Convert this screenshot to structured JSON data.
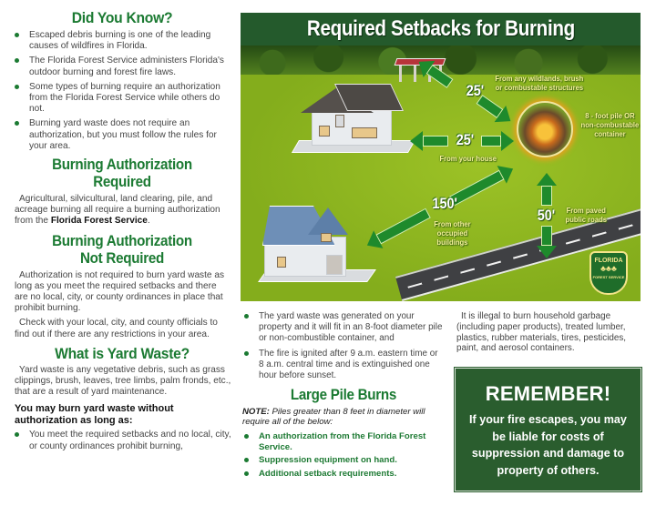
{
  "did_you_know": {
    "heading": "Did You Know?",
    "bullets": [
      "Escaped debris burning is one of the leading causes of wildfires in Florida.",
      "The Florida Forest Service administers Florida's outdoor burning and forest fire laws.",
      "Some types of burning require an authorization from the Florida Forest Service while others do not.",
      "Burning yard waste does not require an authorization, but you must follow the rules for your area."
    ]
  },
  "auth_required": {
    "heading_line1": "Burning Authorization",
    "heading_line2": "Required",
    "text": "Agricultural, silvicultural, land clearing, pile, and acreage burning all require a burning authorization from the ",
    "text_bold": "Florida Forest Service",
    "text_end": "."
  },
  "auth_not_required": {
    "heading_line1": "Burning Authorization",
    "heading_line2": "Not Required",
    "text1": "Authorization is not required to burn yard waste as long as you meet the required setbacks and there are no local, city, or county ordinances in place that prohibit burning.",
    "text2": "Check with your local, city, and county officials to find out if there are any restrictions in your area."
  },
  "yard_waste": {
    "heading": "What is Yard Waste?",
    "text": "Yard waste is any vegetative debris, such as grass clippings, brush, leaves, tree limbs, palm fronds, etc., that are a result of yard maintenance.",
    "conditions_heading": "You may burn yard waste without authorization as long as:",
    "conditions": [
      "You meet the required setbacks and no local, city, or county ordinances prohibit burning,",
      "The yard waste was generated on your property and it will fit in an 8-foot diameter pile or non-combustible container, and",
      "The fire is ignited after 9 a.m. eastern time or 8 a.m. central time and is extinguished one hour before sunset."
    ]
  },
  "graphic": {
    "title": "Required Setbacks for Burning",
    "setbacks": [
      {
        "distance": "25'",
        "label_line1": "From any wildlands, brush",
        "label_line2": "or combustable structures"
      },
      {
        "distance": "25'",
        "label_line1": "From your house"
      },
      {
        "distance": "150'",
        "label_line1": "From other",
        "label_line2": "occupied",
        "label_line3": "buildings"
      },
      {
        "distance": "50'",
        "label_line1": "From paved",
        "label_line2": "public roads"
      }
    ],
    "pile_label_line1": "8 - foot pile OR",
    "pile_label_line2": "non-combustable",
    "pile_label_line3": "container",
    "logo": {
      "title": "FLORIDA",
      "subtitle": "FOREST SERVICE"
    }
  },
  "large_pile": {
    "heading": "Large Pile Burns",
    "note_label": "NOTE:",
    "note_text": " Piles greater than 8 feet in diameter will require all of the below:",
    "requirements": [
      "An authorization from the Florida Forest Service.",
      "Suppression equipment on hand.",
      "Additional setback requirements."
    ]
  },
  "illegal": {
    "text": "It is illegal to burn household garbage (including paper products), treated lumber, plastics, rubber materials, tires, pesticides, paint, and aerosol containers."
  },
  "remember": {
    "title": "REMEMBER!",
    "text": "If your fire escapes, you may be liable for costs of suppression and damage to property of others."
  },
  "colors": {
    "heading_green": "#1b7a32",
    "banner_green": "#245a2c",
    "remember_green": "#2a5d2e",
    "arrow_green": "#1e8a2c",
    "grass": "#8bb21f",
    "label_yellow": "#f7f19b"
  }
}
